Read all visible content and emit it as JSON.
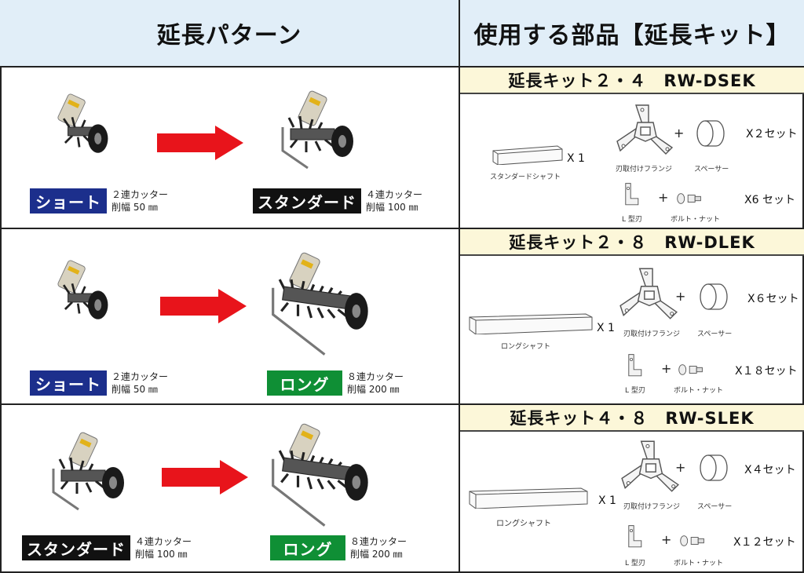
{
  "headers": {
    "left": "延長パターン",
    "right": "使用する部品【延長キット】"
  },
  "patterns": [
    {
      "from": {
        "badge": "ショート",
        "color": "#1c2f8c",
        "spec1": "２連カッター",
        "spec2": "削幅 50 ㎜"
      },
      "to": {
        "badge": "スタンダード",
        "color": "#111111",
        "spec1": "４連カッター",
        "spec2": "削幅 100 ㎜"
      }
    },
    {
      "from": {
        "badge": "ショート",
        "color": "#1c2f8c",
        "spec1": "２連カッター",
        "spec2": "削幅 50 ㎜"
      },
      "to": {
        "badge": "ロング",
        "color": "#0f8f35",
        "spec1": "８連カッター",
        "spec2": "削幅 200 ㎜"
      }
    },
    {
      "from": {
        "badge": "スタンダード",
        "color": "#111111",
        "spec1": "４連カッター",
        "spec2": "削幅 100 ㎜"
      },
      "to": {
        "badge": "ロング",
        "color": "#0f8f35",
        "spec1": "８連カッター",
        "spec2": "削幅 200 ㎜"
      }
    }
  ],
  "kits": [
    {
      "title": "延長キット２・４　RW-DSEK",
      "shaft_label": "スタンダードシャフト",
      "shaft_qty": "X 1",
      "flange_label": "刃取付けフランジ",
      "spacer_label": "スペーサー",
      "set1_qty": "X２セット",
      "blade_label": "L 型刃",
      "bolt_label": "ボルト・ナット",
      "set2_qty": "X6 セット"
    },
    {
      "title": "延長キット２・８　RW-DLEK",
      "shaft_label": "ロングシャフト",
      "shaft_qty": "X 1",
      "flange_label": "刃取付けフランジ",
      "spacer_label": "スペーサー",
      "set1_qty": "X６セット",
      "blade_label": "L 型刃",
      "bolt_label": "ボルト・ナット",
      "set2_qty": "X１８セット"
    },
    {
      "title": "延長キット４・８　RW-SLEK",
      "shaft_label": "ロングシャフト",
      "shaft_qty": "X 1",
      "flange_label": "刃取付けフランジ",
      "spacer_label": "スペーサー",
      "set1_qty": "X４セット",
      "blade_label": "L 型刃",
      "bolt_label": "ボルト・ナット",
      "set2_qty": "X１２セット"
    }
  ],
  "plus_sign": "+",
  "arrow_color": "#e8141b"
}
